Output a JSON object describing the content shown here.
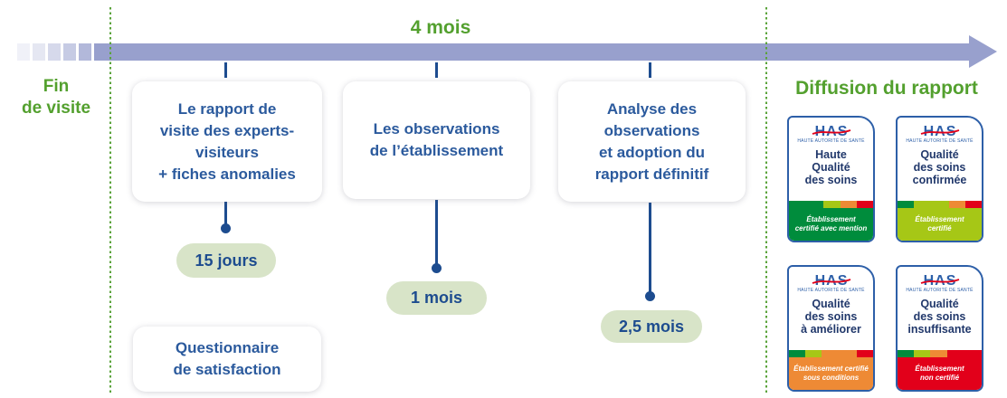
{
  "palette": {
    "green_text": "#53a02e",
    "arrow": "#98a0cd",
    "navy": "#1d4c8f",
    "card_text": "#2b5a9d",
    "pill_bg": "#d8e4c8",
    "stripe": [
      "#008c3c",
      "#a6c716",
      "#ee8a35",
      "#e2001a"
    ]
  },
  "timeline": {
    "start_line1": "Fin",
    "start_line2": "de visite",
    "duration": "4 mois",
    "end_heading": "Diffusion du rapport"
  },
  "steps": [
    {
      "lines": [
        "Le rapport de",
        "visite des experts-",
        "visiteurs",
        "+ fiches anomalies"
      ],
      "delay": "15 jours"
    },
    {
      "lines": [
        "Les observations",
        "de l’établissement"
      ],
      "delay": "1 mois"
    },
    {
      "lines": [
        "Analyse des",
        "observations",
        "et adoption du",
        "rapport définitif"
      ],
      "delay": "2,5 mois"
    }
  ],
  "extra_card": {
    "lines": [
      "Questionnaire",
      "de satisfaction"
    ]
  },
  "badges": [
    {
      "logo": "HAS",
      "caption": "HAUTE AUTORITÉ DE SANTÉ",
      "title_lines": [
        "Haute",
        "Qualité",
        "des soins"
      ],
      "banner_lines": [
        "Établissement",
        "certifié avec mention"
      ],
      "banner_color": "#008c3c"
    },
    {
      "logo": "HAS",
      "caption": "HAUTE AUTORITÉ DE SANTÉ",
      "title_lines": [
        "Qualité",
        "des soins",
        "confirmée"
      ],
      "banner_lines": [
        "Établissement",
        "certifié"
      ],
      "banner_color": "#a6c716"
    },
    {
      "logo": "HAS",
      "caption": "HAUTE AUTORITÉ DE SANTÉ",
      "title_lines": [
        "Qualité",
        "des soins",
        "à améliorer"
      ],
      "banner_lines": [
        "Établissement certifié",
        "sous conditions"
      ],
      "banner_color": "#ee8a35"
    },
    {
      "logo": "HAS",
      "caption": "HAUTE AUTORITÉ DE SANTÉ",
      "title_lines": [
        "Qualité",
        "des soins",
        "insuffisante"
      ],
      "banner_lines": [
        "Établissement",
        "non certifié"
      ],
      "banner_color": "#e2001a"
    }
  ]
}
